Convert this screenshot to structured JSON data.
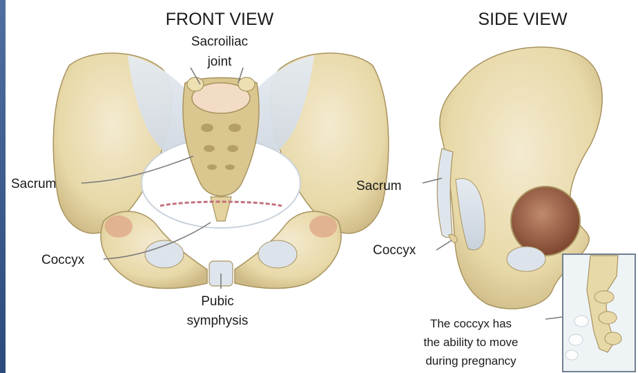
{
  "front": {
    "title": "FRONT VIEW",
    "sacroiliac_line1": "Sacroiliac",
    "sacroiliac_line2": "joint",
    "sacrum": "Sacrum",
    "coccyx": "Coccyx",
    "pubic_line1": "Pubic",
    "pubic_line2": "symphysis"
  },
  "side": {
    "title": "SIDE VIEW",
    "sacrum": "Sacrum",
    "coccyx": "Coccyx",
    "note_line1": "The coccyx has",
    "note_line2": "the ability to move",
    "note_line3": "during pregnancy"
  },
  "colors": {
    "bone": "#ede0b2",
    "bone_dark": "#c9b47e",
    "bone_edge": "#a8935f",
    "ligament": "#dde3ea",
    "socket": "#9b5f45",
    "joint": "#c2707c",
    "inset_bg": "#eef3f6",
    "accent": "#2c4a7c"
  }
}
